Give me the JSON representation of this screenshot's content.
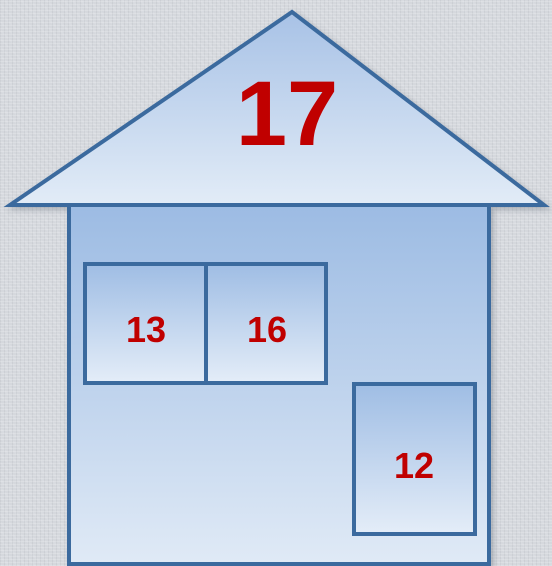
{
  "house": {
    "roof_number": "17",
    "window_left_number": "13",
    "window_right_number": "16",
    "door_number": "12"
  },
  "colors": {
    "outline": "#3b6a9e",
    "fill_light": "#dce8f6",
    "fill_dark": "#9fbde4",
    "number": "#c00000"
  }
}
